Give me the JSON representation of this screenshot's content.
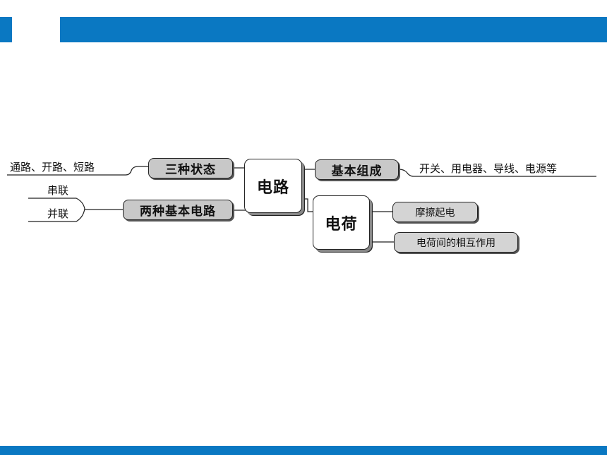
{
  "center": {
    "label": "电路"
  },
  "charge": {
    "label": "电荷"
  },
  "branches": {
    "three_states": "三种状态",
    "two_circuits": "两种基本电路",
    "components": "基本组成",
    "triboelectric": "摩擦起电",
    "charge_interaction": "电荷间的相互作用"
  },
  "leaves": {
    "states": "通路、开路、短路",
    "series": "串联",
    "parallel": "并联",
    "parts": "开关、用电器、导线、电源等"
  },
  "colors": {
    "header_blue": "#0a78c2",
    "node_gray": "#c8c8c8"
  }
}
